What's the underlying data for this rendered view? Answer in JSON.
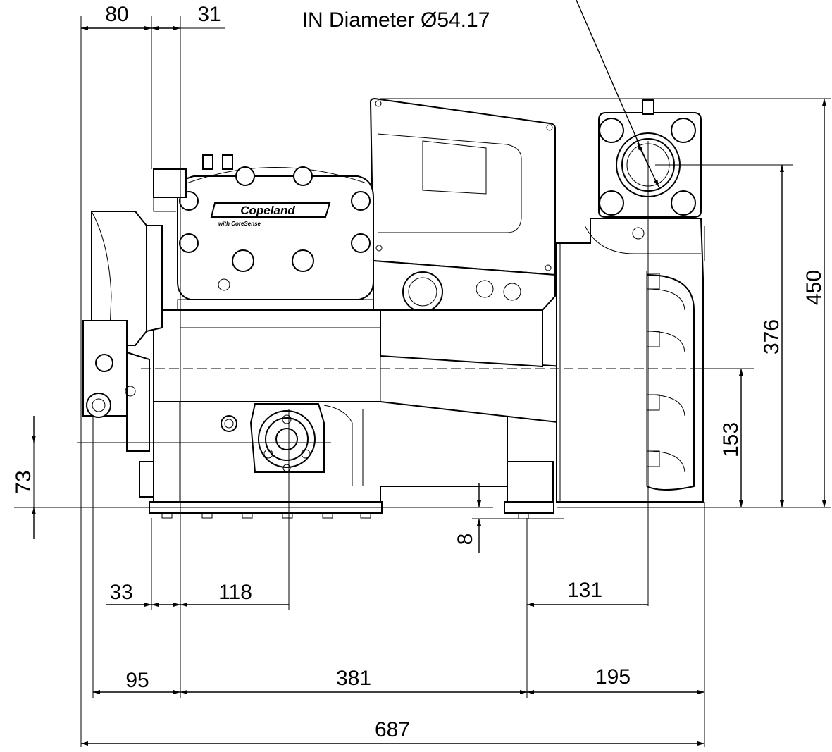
{
  "drawing": {
    "inlet_label": "IN Diameter Ø54.17",
    "logo": {
      "brand": "Copeland",
      "subline": "with CoreSense"
    },
    "dimensions": {
      "top_left": "80",
      "top_mid": "31",
      "bottom_33": "33",
      "bottom_118": "118",
      "bottom_131": "131",
      "bottom_95": "95",
      "bottom_381": "381",
      "bottom_195": "195",
      "overall_width": "687",
      "height_450": "450",
      "height_376": "376",
      "height_153": "153",
      "left_73": "73",
      "foot_8": "8"
    }
  }
}
